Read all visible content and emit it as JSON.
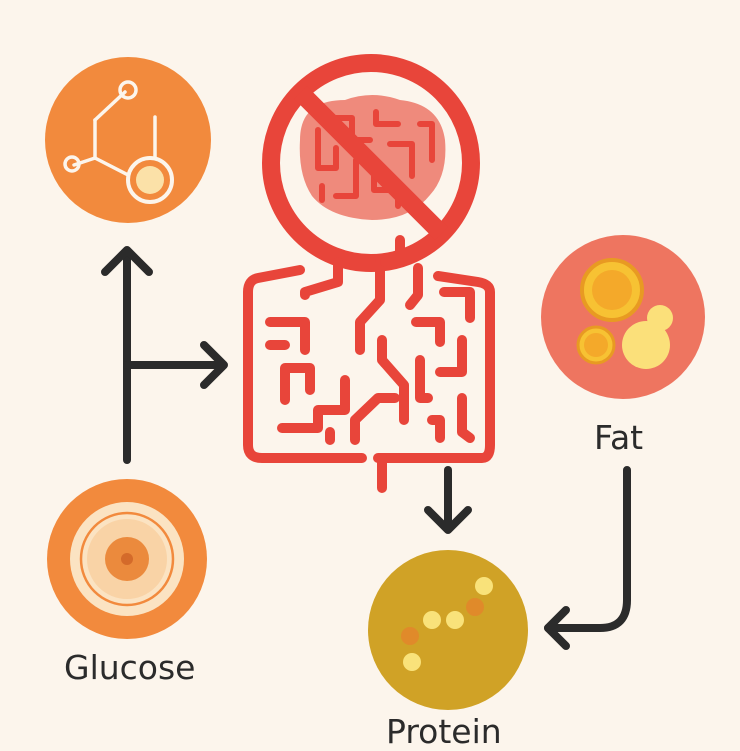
{
  "labels": {
    "glucose": "Glucose",
    "fat": "Fat",
    "protein": "Protein"
  },
  "icons": {
    "molecule": "molecule-icon",
    "blocked_brain": "no-brain-icon",
    "intestine": "intestine-maze-icon",
    "fat_droplets": "fat-droplets-icon",
    "glucose_cell": "glucose-cell-icon",
    "protein_chain": "protein-chain-icon"
  },
  "colors": {
    "background": "#fcf5ec",
    "orange": "#f28a3d",
    "red": "#e8453a",
    "coral": "#ee7560",
    "mustard": "#d0a226",
    "yellow": "#f7c233",
    "arrow": "#2b2b2b"
  }
}
